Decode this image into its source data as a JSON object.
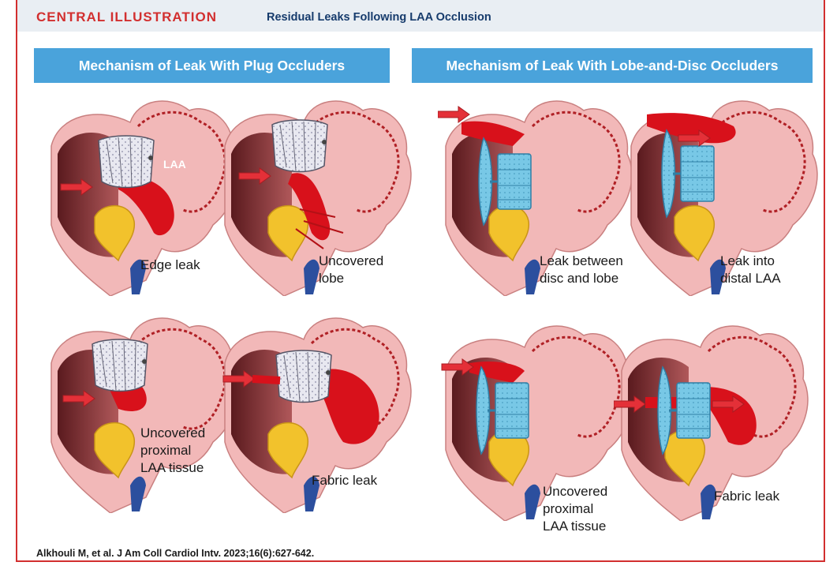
{
  "header": {
    "tag": "CENTRAL ILLUSTRATION",
    "title": "Residual Leaks Following LAA Occlusion"
  },
  "panels": {
    "left_title": "Mechanism of Leak With Plug Occluders",
    "right_title": "Mechanism of Leak With Lobe-and-Disc Occluders"
  },
  "illustrations": {
    "plug_edge_leak": {
      "label": "Edge leak",
      "inset_label": "LAA"
    },
    "plug_uncovered_lobe": {
      "label": "Uncovered\nlobe"
    },
    "plug_uncovered_proximal": {
      "label": "Uncovered\nproximal\nLAA tissue"
    },
    "plug_fabric_leak": {
      "label": "Fabric leak"
    },
    "disc_between_disc_lobe": {
      "label": "Leak between\ndisc and lobe"
    },
    "disc_distal_laa": {
      "label": "Leak into\ndistal LAA"
    },
    "disc_uncovered_proximal": {
      "label": "Uncovered\nproximal\nLAA tissue"
    },
    "disc_fabric_leak": {
      "label": "Fabric leak"
    }
  },
  "citation": "Alkhouli M, et al. J Am Coll Cardiol Intv. 2023;16(6):627-642.",
  "colors": {
    "accent_red": "#d22f2f",
    "header_bg": "#e9eef3",
    "panel_blue": "#4aa3db",
    "title_navy": "#163b6c",
    "tissue_pink": "#f2b8b8",
    "blood_red": "#d8111b",
    "plug_device": "#e6e6ee",
    "disc_device": "#72c6e4"
  }
}
